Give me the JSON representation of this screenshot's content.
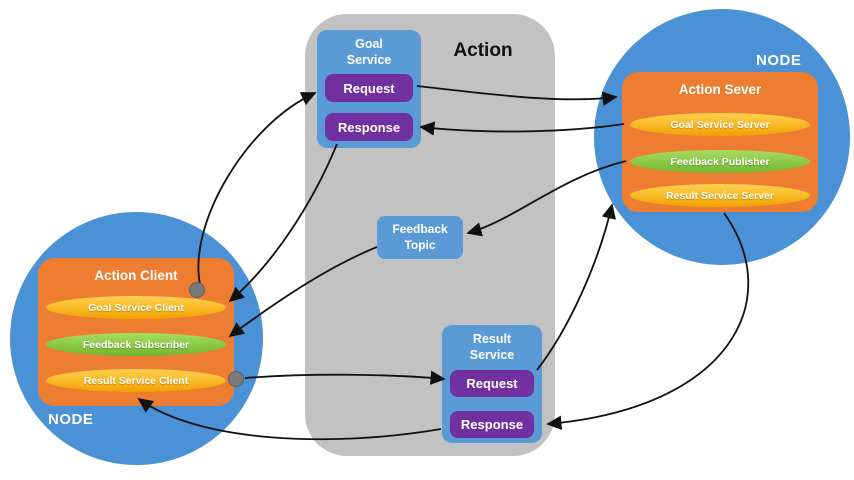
{
  "action_group": {
    "label": "Action"
  },
  "goal_service": {
    "title": "Goal\nService",
    "request_label": "Request",
    "response_label": "Response"
  },
  "feedback_topic": {
    "title": "Feedback\nTopic"
  },
  "result_service": {
    "title": "Result\nService",
    "request_label": "Request",
    "response_label": "Response"
  },
  "client_node": {
    "node_label": "NODE",
    "title": "Action Client",
    "items": [
      {
        "label": "Goal Service Client",
        "color": "orange"
      },
      {
        "label": "Feedback Subscriber",
        "color": "green"
      },
      {
        "label": "Result Service Client",
        "color": "orange"
      }
    ]
  },
  "server_node": {
    "node_label": "NODE",
    "title": "Action Sever",
    "items": [
      {
        "label": "Goal Service Server",
        "color": "orange"
      },
      {
        "label": "Feedback Publisher",
        "color": "green"
      },
      {
        "label": "Result Service Server",
        "color": "orange"
      }
    ]
  },
  "colors": {
    "node_circle": "#4a91d6",
    "action_panel": "#c2c2c2",
    "service_box": "#5b9bd5",
    "request_button": "#7030a0",
    "action_box": "#ed7d31",
    "orange_pill": "#ffc000",
    "green_pill": "#8cc63f",
    "arrow": "#111111"
  }
}
